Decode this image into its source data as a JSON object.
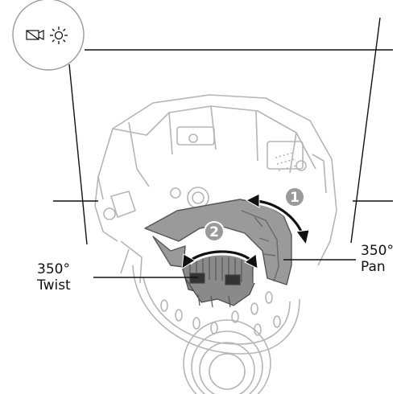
{
  "icons": {
    "left": "camera-off-icon",
    "right": "sun-icon"
  },
  "step_one": "1",
  "step_two": "2",
  "twist_label": {
    "line1": "350°",
    "line2": "Twist"
  },
  "pan_label": {
    "line1": "350°",
    "line2": "Pan"
  },
  "colors": {
    "ink": "#111111",
    "housing": "#b5b5b5",
    "bracket": "#7a7a7a",
    "circle": "#9a9a9a"
  }
}
